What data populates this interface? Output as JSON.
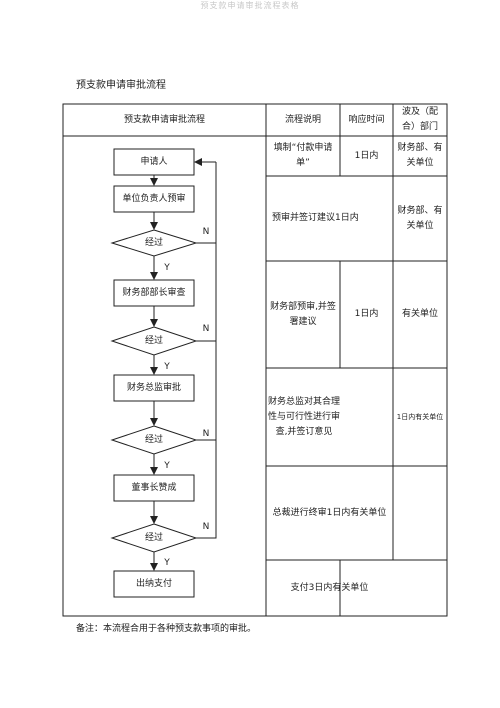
{
  "page": {
    "header_faint": "预支款申请审批流程表格",
    "title": "预支款申请审批流程",
    "note": "备注：本流程合用于各种预支款事项的审批。"
  },
  "table": {
    "headers": {
      "flow": "预支款申请审批流程",
      "desc": "流程说明",
      "time": "响应时间",
      "dept": "波及（配合）部门"
    },
    "rows": [
      {
        "desc": "填制“付款申请单”",
        "time": "1日内",
        "dept": "财务部、有关单位"
      },
      {
        "desc": "预审并签订建议1日内",
        "time": "",
        "dept": "财务部、有关单位"
      },
      {
        "desc": "财务部预审,并签署建议",
        "time": "1日内",
        "dept": "有关单位"
      },
      {
        "desc": "财务总监对其合理性与可行性进行审查,并签订意见",
        "time": "",
        "dept": "1日内有关单位"
      },
      {
        "desc": "总裁进行终审1日内有关单位",
        "time": "",
        "dept": ""
      },
      {
        "desc": "支付3日内有关单位",
        "time": "",
        "dept": ""
      }
    ]
  },
  "flowchart": {
    "steps": [
      "申请人",
      "单位负责人预审",
      "财务部部长审查",
      "财务总监审批",
      "董事长赞成",
      "出纳支付"
    ],
    "decision": "经过",
    "yes": "Y",
    "no": "N"
  }
}
